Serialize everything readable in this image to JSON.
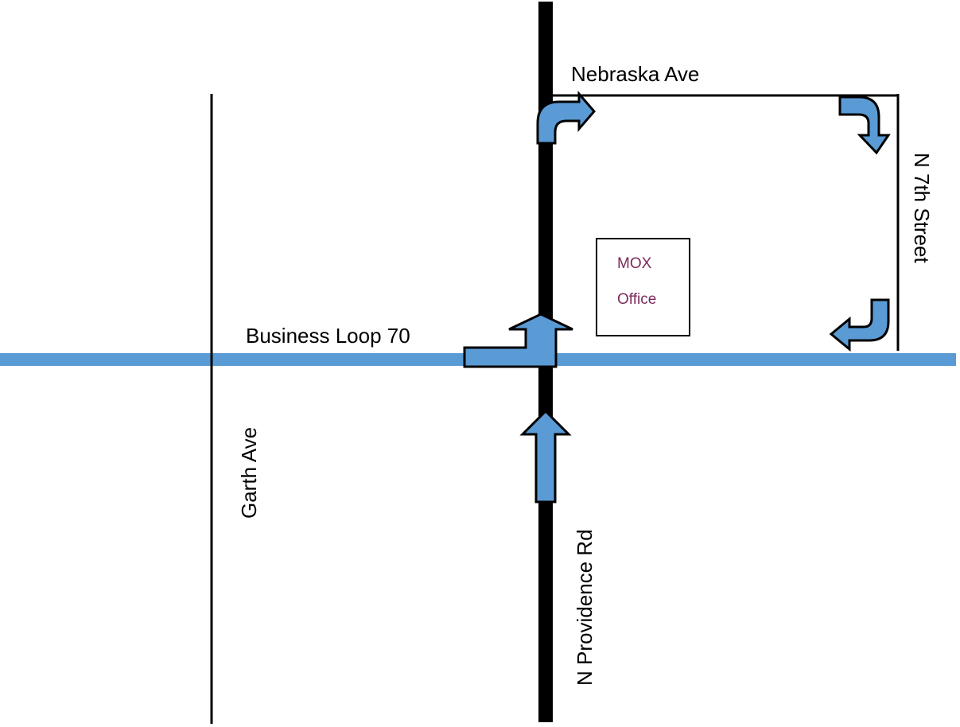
{
  "roads": {
    "nebraska_ave": "Nebraska Ave",
    "n_7th_street": "N 7th Street",
    "business_loop_70": "Business Loop 70",
    "garth_ave": "Garth Ave",
    "n_providence_rd": "N Providence Rd"
  },
  "office": {
    "line1": "MOX",
    "line2": "Office"
  },
  "colors": {
    "highway": "#5b9bd5",
    "arrow_fill": "#5b9bd5",
    "office_text": "#7b2a5a",
    "road": "#000000"
  },
  "route_arrows": [
    "north-on-providence-arrow",
    "north-at-business-loop-arrow",
    "right-onto-nebraska-arrow",
    "right-onto-7th-arrow",
    "right-onto-business-loop-arrow"
  ]
}
